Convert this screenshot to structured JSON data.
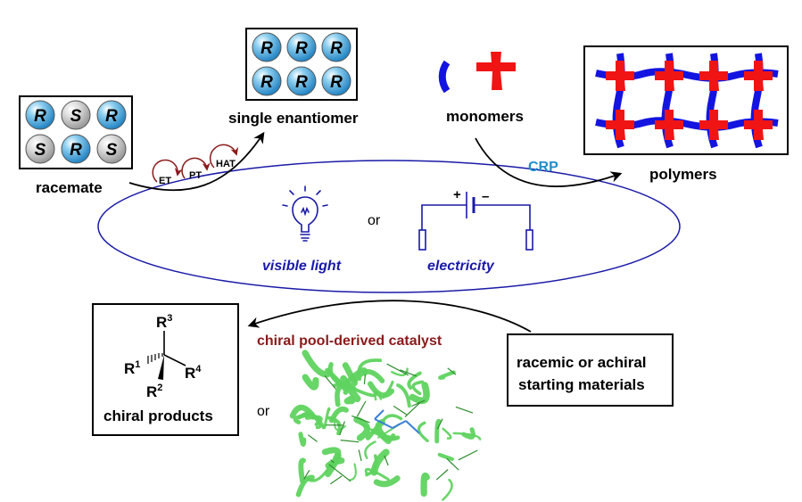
{
  "racemate": {
    "label": "racemate",
    "balls": [
      "R",
      "S",
      "R",
      "S",
      "R",
      "S"
    ]
  },
  "enantiomer": {
    "label": "single enantiomer",
    "balls": [
      "R",
      "R",
      "R",
      "R",
      "R",
      "R"
    ]
  },
  "steps": [
    "ET",
    "PT",
    "HAT"
  ],
  "monomers": {
    "label": "monomers"
  },
  "polymers": {
    "label": "polymers",
    "process": "CRP"
  },
  "energy": {
    "light": "visible light",
    "or": "or",
    "electricity": "electricity",
    "plus": "+",
    "minus": "–"
  },
  "catalyst": {
    "label": "chiral pool-derived catalyst",
    "or": "or"
  },
  "starting": {
    "line1": "racemic or achiral",
    "line2": "starting materials"
  },
  "products": {
    "label": "chiral products",
    "r1": "R",
    "r1sup": "1",
    "r2": "R",
    "r2sup": "2",
    "r3": "R",
    "r3sup": "3",
    "r4": "R",
    "r4sup": "4"
  },
  "colors": {
    "r_ball": "#3aa0d8",
    "s_ball": "#c8c8c8",
    "ellipse": "#1a1aa8",
    "catalyst_text": "#8b1a1a",
    "crp_text": "#1f8fc9",
    "energy_text": "#1a1aa8",
    "polymer_blue": "#1414e0",
    "polymer_red": "#f01414",
    "protein": "#5fd35f",
    "cycle_arrow": "#8b1a1a"
  }
}
